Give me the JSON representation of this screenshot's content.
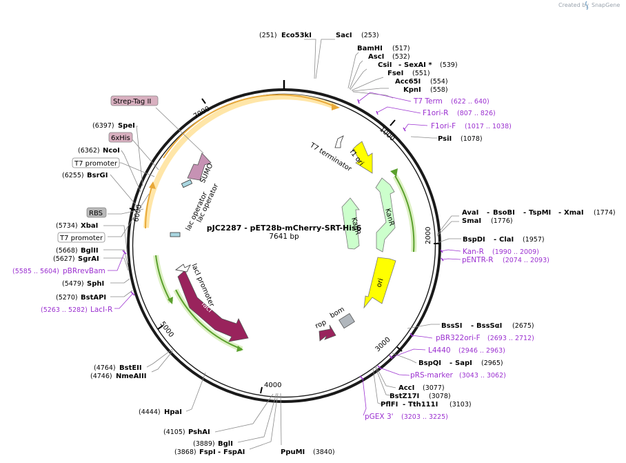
{
  "brand": {
    "prefix": "Created by",
    "name": "SnapGene"
  },
  "plasmid": {
    "name": "pJC2287 - pET28b-mCherry-SRT-His6",
    "length_label": "7641 bp",
    "length": 7641
  },
  "ticks": [
    "1000",
    "2000",
    "3000",
    "4000",
    "5000",
    "6000",
    "7000"
  ],
  "sites": [
    {
      "name": "Eco53kI",
      "pos": "(251)"
    },
    {
      "name": "SacI",
      "pos": "(253)"
    },
    {
      "name": "BamHI",
      "pos": "(517)"
    },
    {
      "name": "AscI",
      "pos": "(532)"
    },
    {
      "name": "CsiI",
      "name2": "SexAI *",
      "pos": "(539)"
    },
    {
      "name": "FseI",
      "pos": "(551)"
    },
    {
      "name": "Acc65I",
      "pos": "(554)"
    },
    {
      "name": "KpnI",
      "pos": "(558)"
    },
    {
      "name": "PsiI",
      "pos": "(1078)"
    },
    {
      "name": "AvaI",
      "name2": "BsoBI",
      "name3": "TspMI",
      "name4": "XmaI",
      "pos": "(1774)"
    },
    {
      "name": "SmaI",
      "pos": "(1776)"
    },
    {
      "name": "BspDI",
      "name2": "ClaI",
      "pos": "(1957)"
    },
    {
      "name": "BssSI",
      "name2": "BssSαI",
      "pos": "(2675)"
    },
    {
      "name": "BspQI",
      "name2": "SapI",
      "pos": "(2965)"
    },
    {
      "name": "AccI",
      "pos": "(3077)"
    },
    {
      "name": "BstZ17I",
      "pos": "(3078)"
    },
    {
      "name": "PflFI",
      "name2": "Tth111I",
      "pos": "(3103)"
    },
    {
      "name": "PpuMI",
      "pos": "(3840)"
    },
    {
      "name": "FspI",
      "name2": "FspAI",
      "pos": "(3868)"
    },
    {
      "name": "BglI",
      "pos": "(3889)"
    },
    {
      "name": "PshAI",
      "pos": "(4105)"
    },
    {
      "name": "HpaI",
      "pos": "(4444)"
    },
    {
      "name": "NmeAIII",
      "pos": "(4746)"
    },
    {
      "name": "BstEII",
      "pos": "(4764)"
    },
    {
      "name": "BstAPI",
      "pos": "(5270)"
    },
    {
      "name": "SphI",
      "pos": "(5479)"
    },
    {
      "name": "SgrAI",
      "pos": "(5627)"
    },
    {
      "name": "BglII",
      "pos": "(5668)"
    },
    {
      "name": "XbaI",
      "pos": "(5734)"
    },
    {
      "name": "BsrGI",
      "pos": "(6255)"
    },
    {
      "name": "NcoI",
      "pos": "(6362)"
    },
    {
      "name": "SpeI",
      "pos": "(6397)"
    }
  ],
  "primers": [
    {
      "name": "T7 Term",
      "range": "(622 .. 640)"
    },
    {
      "name": "F1ori-R",
      "range": "(807 .. 826)"
    },
    {
      "name": "F1ori-F",
      "range": "(1017 .. 1038)"
    },
    {
      "name": "Kan-R",
      "range": "(1990 .. 2009)"
    },
    {
      "name": "pENTR-R",
      "range": "(2074 .. 2093)"
    },
    {
      "name": "pBR322ori-F",
      "range": "(2693 .. 2712)"
    },
    {
      "name": "L4440",
      "range": "(2946 .. 2963)"
    },
    {
      "name": "pRS-marker",
      "range": "(3043 .. 3062)"
    },
    {
      "name": "pGEX 3'",
      "range": "(3203 .. 3225)"
    },
    {
      "name": "LacI-R",
      "range": "(5263 .. 5282)"
    },
    {
      "name": "pBRrevBam",
      "range": "(5585 .. 5604)"
    }
  ],
  "features": {
    "f1_ori": "f1 ori",
    "t7_terminator": "T7 terminator",
    "kanr": "KanR",
    "kanr_promoter": "KanR",
    "ori": "ori",
    "bom": "bom",
    "rop": "rop",
    "laci": "lacI",
    "laci_promoter": "lacI promoter",
    "lac_operator_1": "lac operator",
    "lac_operator_2": "lac operator",
    "sumo": "SUMO"
  },
  "boxed_labels": {
    "strep_tag": "Strep-Tag II",
    "his": "6xHis",
    "t7_promoter_1": "T7 promoter",
    "t7_promoter_2": "T7 promoter",
    "rbs": "RBS"
  },
  "colors": {
    "backbone": "#1a1a1a",
    "f1ori": "#ffff00",
    "ori": "#ffff00",
    "kanr": "#ccffcc",
    "laci": "#99235c",
    "sumo": "#c692b4",
    "primer": "#9b30d0",
    "orf_arc": "#e8a838",
    "orf_highlight": "#ffe6a8",
    "green_arc": "#5aa02c",
    "green_highlight": "#ddf0c4",
    "tag_fill": "#d9b0c0",
    "rbs_fill": "#b8b8b8"
  }
}
